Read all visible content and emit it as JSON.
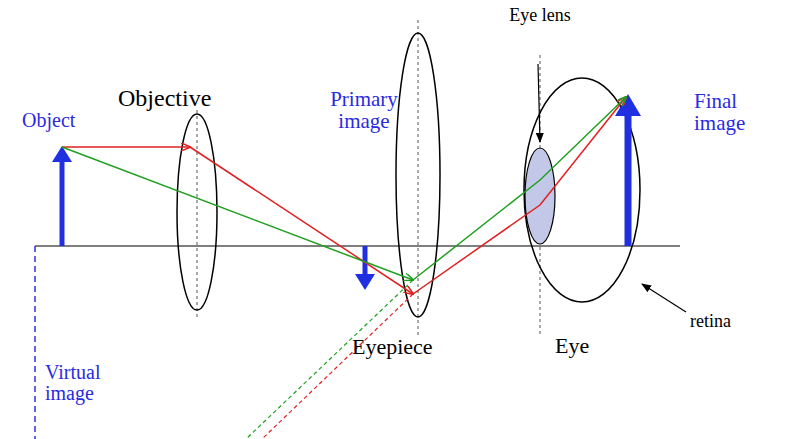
{
  "diagram": {
    "labels": [
      "Object",
      "Objective",
      "Primary image",
      "Eye lens",
      "Final image",
      "retina",
      "Eyepiece",
      "Eye",
      "Virtual image"
    ]
  }
}
